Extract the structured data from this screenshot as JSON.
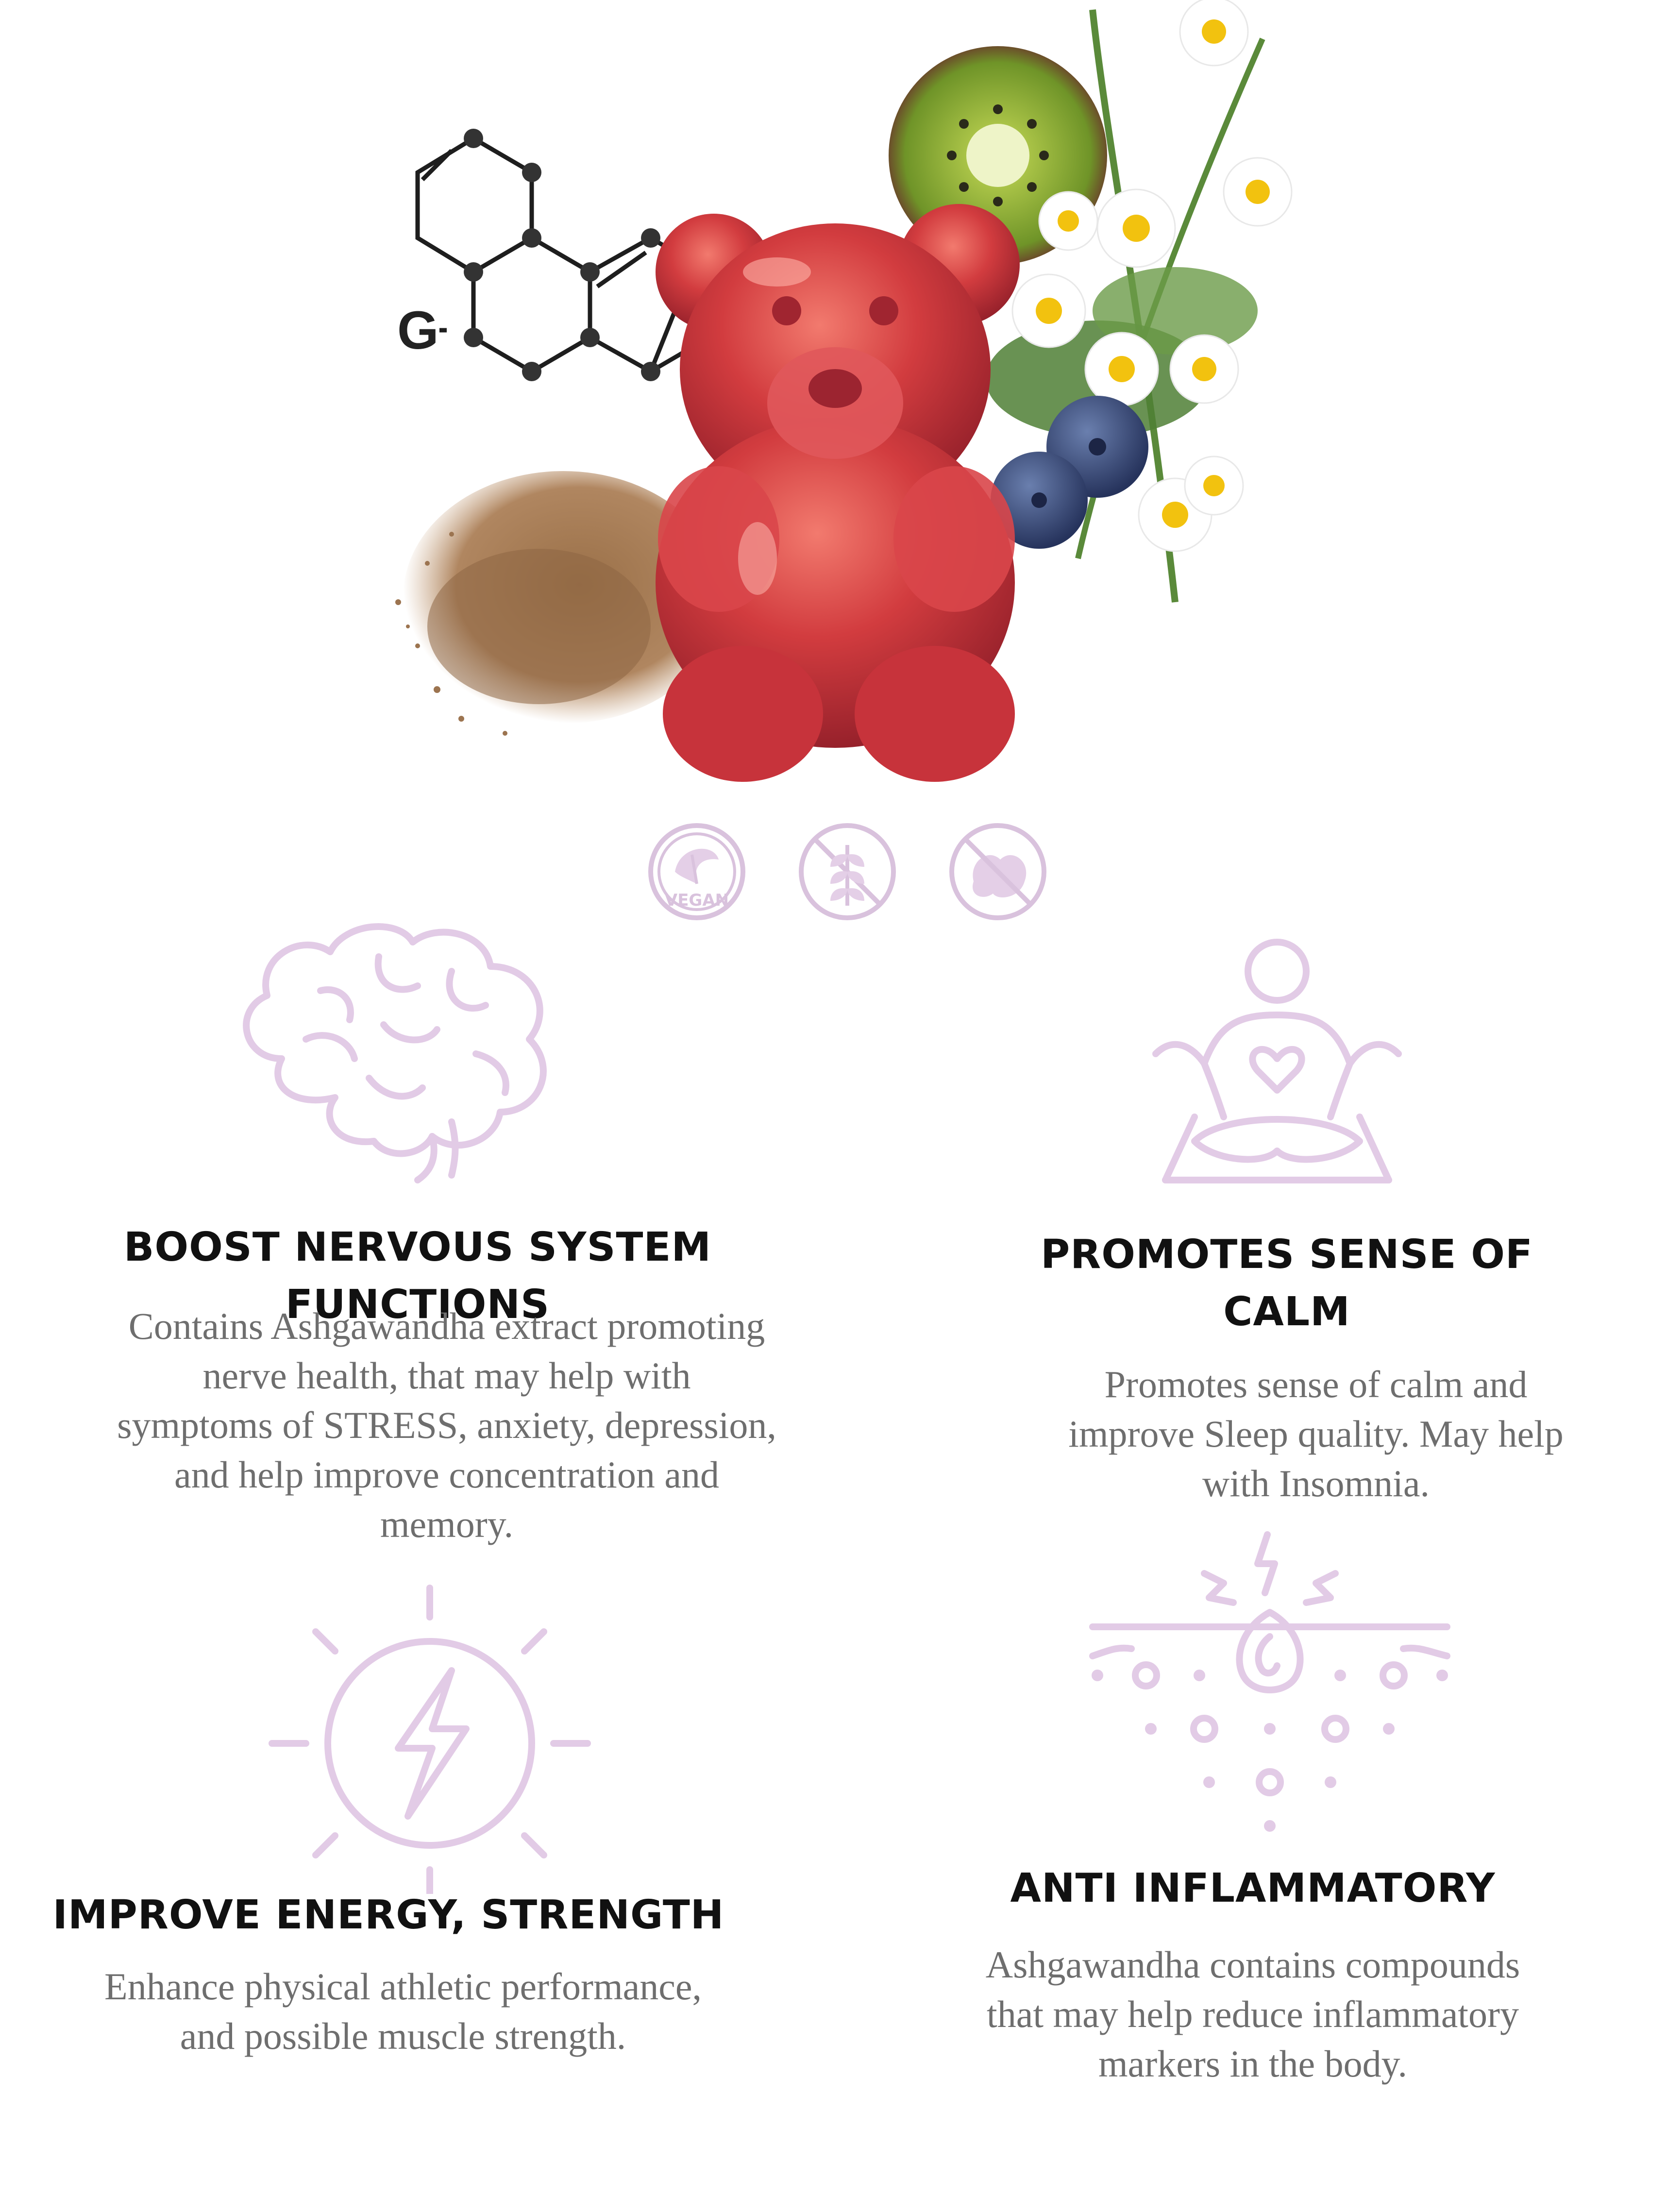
{
  "colors": {
    "icon_stroke": "#e2cbe6",
    "title": "#111111",
    "body_text": "#6e6e6e",
    "gummy_red": "#c8323a",
    "powder": "#a67c52",
    "kiwi_green": "#7fa032",
    "blueberry": "#3a4a7a"
  },
  "hero": {
    "molecule_label": "G",
    "images": [
      "molecule-diagram",
      "kiwi-slice",
      "chamomile-flowers",
      "blueberries",
      "ashwagandha-powder",
      "gummy-bear"
    ]
  },
  "badges": [
    {
      "icon": "vegan-leaf-icon",
      "text": "VEGAN"
    },
    {
      "icon": "gluten-free-wheat-icon",
      "text": ""
    },
    {
      "icon": "nut-free-peanut-icon",
      "text": ""
    }
  ],
  "features": {
    "nervous": {
      "icon": "brain-icon",
      "title": "BOOST NERVOUS SYSTEM FUNCTIONS",
      "desc_lines": [
        "Contains Ashgawandha extract promoting",
        "nerve health, that may help with",
        "symptoms of STRESS, anxiety, depression,",
        "and help improve concentration and",
        "memory."
      ]
    },
    "calm": {
      "icon": "meditation-icon",
      "title_lines": [
        "PROMOTES SENSE OF",
        "CALM"
      ],
      "desc_lines": [
        "Promotes sense of calm and",
        "improve Sleep quality. May help",
        "with Insomnia."
      ]
    },
    "energy": {
      "icon": "energy-bolt-icon",
      "title": "IMPROVE ENERGY, STRENGTH",
      "desc_lines": [
        "Enhance physical athletic performance,",
        "and possible muscle strength."
      ]
    },
    "inflammatory": {
      "icon": "skin-inflammation-icon",
      "title": "ANTI INFLAMMATORY",
      "desc_lines": [
        "Ashgawandha contains compounds",
        "that may help reduce inflammatory",
        "markers in the body."
      ]
    }
  }
}
